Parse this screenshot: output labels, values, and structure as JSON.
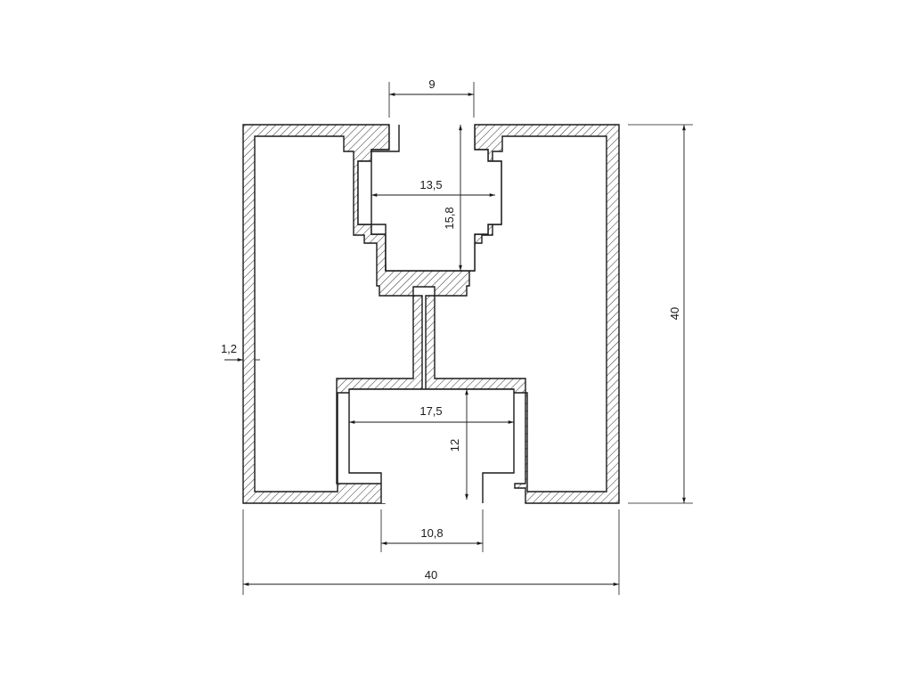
{
  "diagram": {
    "type": "technical-drawing",
    "subject": "aluminium profile cross-section",
    "dimensions": {
      "top_slot_opening": "9",
      "upper_channel_width": "13,5",
      "upper_channel_depth": "15,8",
      "overall_height": "40",
      "wall_thickness": "1,2",
      "lower_channel_width": "17,5",
      "lower_channel_height": "12",
      "bottom_slot_opening": "10,8",
      "overall_width": "40"
    },
    "colors": {
      "line": "#1a1a1a",
      "hatch": "#1a1a1a",
      "background": "#ffffff"
    }
  }
}
